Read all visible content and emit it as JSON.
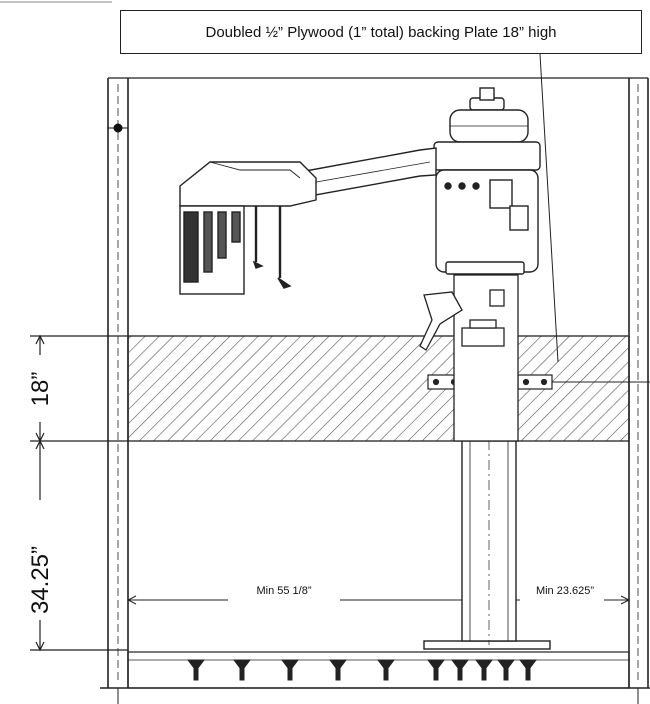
{
  "callout": {
    "text": "Doubled ½” Plywood (1” total) backing Plate 18” high"
  },
  "dimensions": {
    "backing_height": "18”",
    "floor_to_backing": "34.25”",
    "min_left": "Min 55 1/8”",
    "min_right": "Min 23.625”"
  }
}
